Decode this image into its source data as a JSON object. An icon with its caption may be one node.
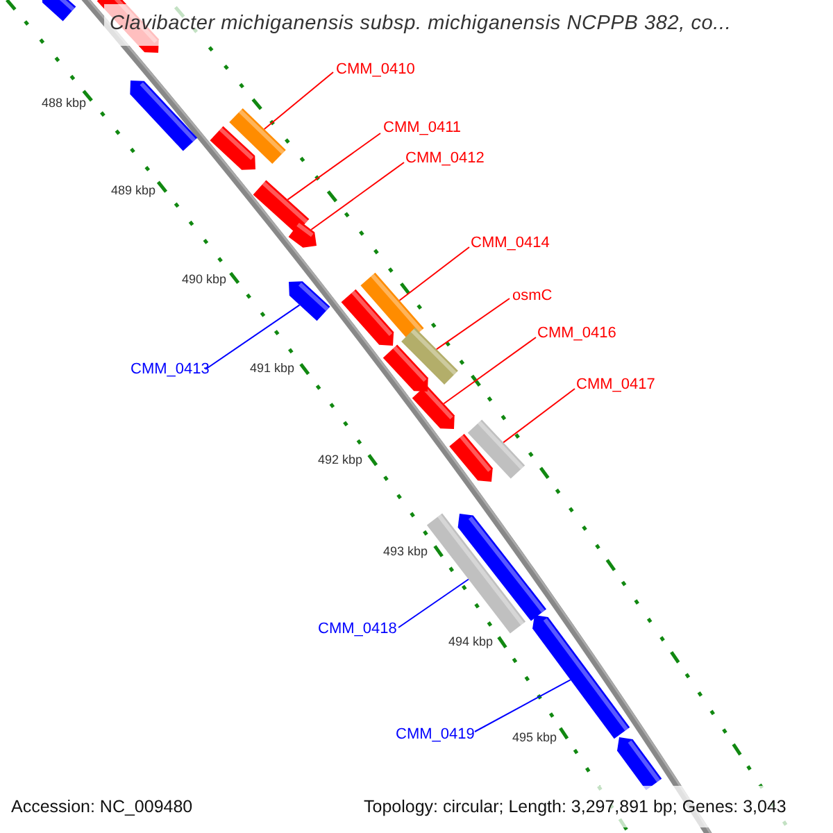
{
  "diagram": {
    "title": "Clavibacter michiganensis subsp. michiganensis NCPPB 382, co...",
    "nodes": [
      {
        "text": [
          "CMM_0410"
        ]
      },
      {
        "text": [],
        "shape": "bar"
      },
      {
        "text": [
          "CMM_0411"
        ]
      },
      {
        "text": [],
        "shape": "bar"
      },
      {
        "text": [
          "CMM_0412"
        ]
      },
      {
        "text": [],
        "shape": "bar"
      },
      {
        "text": [
          "CMM_0414"
        ]
      },
      {
        "text": [],
        "shape": "bar"
      },
      {
        "text": [
          "osmC"
        ]
      },
      {
        "text": [],
        "shape": "bar"
      },
      {
        "text": [
          "CMM_0416"
        ]
      },
      {
        "text": [],
        "shape": "bar"
      },
      {
        "text": [
          "CMM_0417"
        ]
      },
      {
        "text": [],
        "shape": "bar"
      },
      {
        "text": [
          "CMM_0413"
        ]
      },
      {
        "text": [],
        "shape": "bar"
      },
      {
        "text": [
          "CMM_0418"
        ]
      },
      {
        "text": [],
        "shape": "bar"
      },
      {
        "text": [
          "CMM_0419"
        ]
      },
      {
        "text": [],
        "shape": "bar"
      },
      {
        "text": [],
        "shape": "bar"
      },
      {
        "text": [],
        "shape": "bar"
      },
      {
        "text": [],
        "shape": "bar"
      },
      {
        "text": [],
        "shape": "bar"
      },
      {
        "text": [],
        "shape": "bar"
      },
      {
        "text": [],
        "shape": "bar"
      },
      {
        "text": [],
        "shape": "bar"
      },
      {
        "text": [],
        "shape": "bar"
      },
      {
        "text": [],
        "shape": "bar"
      }
    ],
    "edges": [
      {
        "from": 0,
        "to": 1,
        "arrow": "none"
      },
      {
        "from": 2,
        "to": 3,
        "arrow": "none"
      },
      {
        "from": 4,
        "to": 5,
        "arrow": "none"
      },
      {
        "from": 6,
        "to": 7,
        "arrow": "none"
      },
      {
        "from": 8,
        "to": 9,
        "arrow": "none"
      },
      {
        "from": 10,
        "to": 11,
        "arrow": "none"
      },
      {
        "from": 12,
        "to": 13,
        "arrow": "none"
      },
      {
        "from": 14,
        "to": 15,
        "arrow": "none",
        "color": "#0000ff"
      },
      {
        "from": 16,
        "to": 17,
        "arrow": "none",
        "color": "#0000ff"
      },
      {
        "from": 18,
        "to": 19,
        "arrow": "none",
        "color": "#0000ff"
      }
    ],
    "labels": [
      "488 kbp",
      "489 kbp",
      "490 kbp",
      "491 kbp",
      "492 kbp",
      "493 kbp",
      "494 kbp",
      "495 kbp",
      "Accession: NC_009480",
      "Topology: circular; Length: 3,297,891 bp; Genes: 3,043"
    ]
  }
}
